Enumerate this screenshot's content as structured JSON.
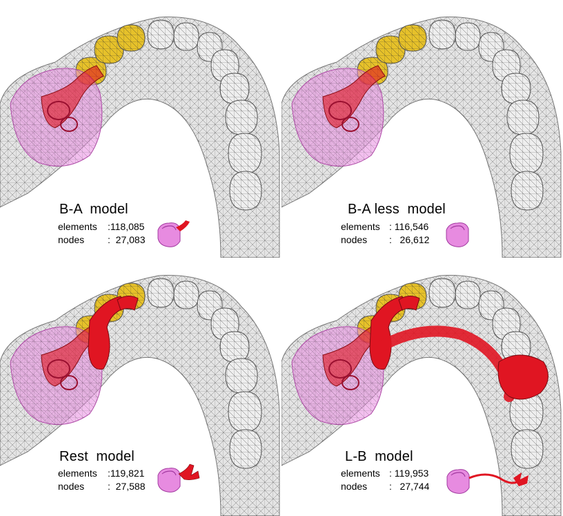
{
  "colors": {
    "mesh": "#2b2b2b",
    "tooth_fill": "#eeeeee",
    "abutment": "#e6c12a",
    "denture_base": "#e78be0",
    "framework": "#e01522",
    "background": "#ffffff"
  },
  "panels": [
    {
      "title": "B-A  model",
      "elements_label": "elements",
      "elements_value": ":118,085",
      "nodes_label": "nodes",
      "nodes_value": ":  27,083",
      "has_rest": false,
      "has_bar": false
    },
    {
      "title": "B-A less  model",
      "elements_label": "elements",
      "elements_value": ": 116,546",
      "nodes_label": "nodes",
      "nodes_value": ":   26,612",
      "has_rest": false,
      "has_bar": false
    },
    {
      "title": "Rest  model",
      "elements_label": "elements",
      "elements_value": ":119,821",
      "nodes_label": "nodes",
      "nodes_value": ":  27,588",
      "has_rest": true,
      "has_bar": false
    },
    {
      "title": "L-B  model",
      "elements_label": "elements",
      "elements_value": ": 119,953",
      "nodes_label": "nodes",
      "nodes_value": ":   27,744",
      "has_rest": true,
      "has_bar": true
    }
  ]
}
